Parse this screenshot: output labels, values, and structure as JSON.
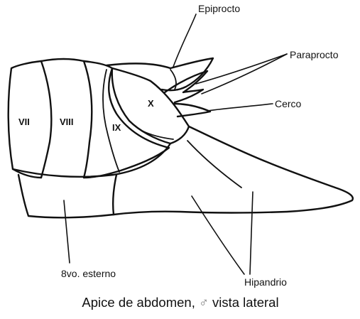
{
  "segments": {
    "vii": "VII",
    "viii": "VIII",
    "ix": "IX",
    "x": "X"
  },
  "labels": {
    "epiprocto": "Epiprocto",
    "paraprocto": "Paraprocto",
    "cerco": "Cerco",
    "esterno": "8vo. esterno",
    "hipandrio": "Hipandrio"
  },
  "caption": {
    "before": "Apice de abdomen,",
    "symbol": "♂",
    "after": "vista lateral"
  }
}
